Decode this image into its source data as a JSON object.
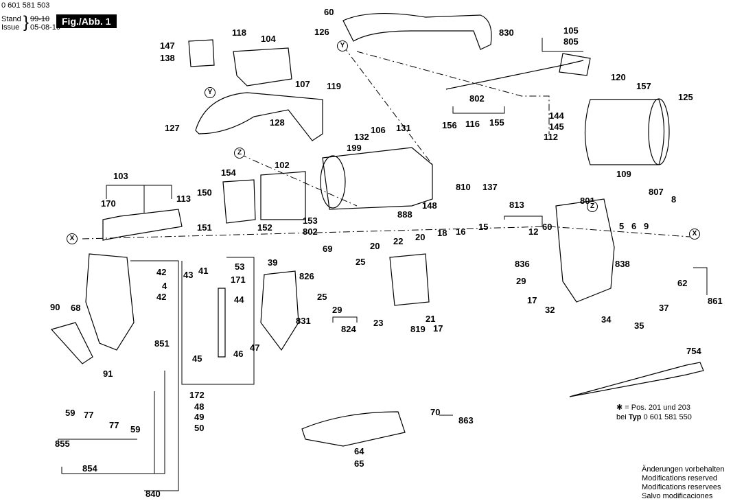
{
  "header": {
    "part_number": "0 601 581 503",
    "stand_label": "Stand",
    "stand_value": "99-10",
    "issue_label": "Issue",
    "issue_value": "05-08-10",
    "figure_label": "Fig./Abb. 1"
  },
  "labels": [
    "60",
    "126",
    "830",
    "105",
    "805",
    "118",
    "104",
    "147",
    "138",
    "120",
    "157",
    "125",
    "107",
    "119",
    "802",
    "127",
    "128",
    "156",
    "116",
    "155",
    "144",
    "145",
    "112",
    "106",
    "131",
    "132",
    "199",
    "154",
    "102",
    "103",
    "109",
    "810",
    "137",
    "170",
    "113",
    "150",
    "801",
    "807",
    "8",
    "813",
    "148",
    "153",
    "802",
    "888",
    "152",
    "151",
    "5",
    "6",
    "9",
    "12",
    "60",
    "18",
    "16",
    "15",
    "22",
    "20",
    "20",
    "69",
    "25",
    "39",
    "53",
    "42",
    "43",
    "41",
    "171",
    "836",
    "838",
    "826",
    "4",
    "44",
    "42",
    "68",
    "29",
    "62",
    "17",
    "32",
    "25",
    "29",
    "831",
    "23",
    "21",
    "819",
    "17",
    "824",
    "34",
    "37",
    "35",
    "861",
    "90",
    "851",
    "45",
    "46",
    "47",
    "91",
    "754",
    "172",
    "48",
    "49",
    "50",
    "59",
    "77",
    "77",
    "59",
    "70",
    "863",
    "855",
    "854",
    "64",
    "65",
    "840"
  ],
  "markers": [
    "Y",
    "Y",
    "Z",
    "Z",
    "X",
    "X"
  ],
  "note": {
    "line1": "✱ = Pos. 201 und 203",
    "line2_prefix": "bei",
    "line2_typ": "Typ",
    "line2_number": "0 601 581 550"
  },
  "footer": [
    "Änderungen vorbehalten",
    "Modifications reserved",
    "Modifications reservees",
    "Salvo modificaciones"
  ]
}
